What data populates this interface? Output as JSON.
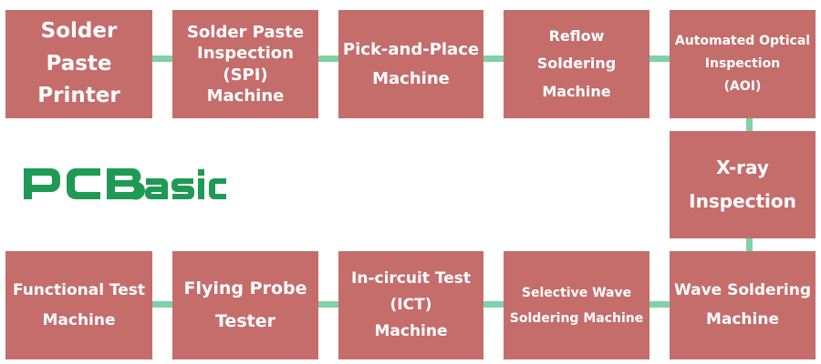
{
  "colors": {
    "box_fill": "#c56d6b",
    "box_text": "#ffffff",
    "connector": "#7fd1a6",
    "logo": "#1f9a55"
  },
  "logo": {
    "text": "PCBasic"
  },
  "steps": [
    {
      "lines": [
        "Solder Paste",
        "Printer"
      ]
    },
    {
      "lines": [
        "Solder Paste",
        "Inspection",
        "(SPI)",
        "Machine"
      ]
    },
    {
      "lines": [
        "Pick-and-Place",
        "Machine"
      ]
    },
    {
      "lines": [
        "Reflow Soldering",
        "Machine"
      ]
    },
    {
      "lines": [
        "Automated Optical",
        "Inspection",
        "(AOI)"
      ]
    },
    {
      "lines": [
        "X-ray",
        "Inspection"
      ]
    },
    {
      "lines": [
        "Wave Soldering",
        "Machine"
      ]
    },
    {
      "lines": [
        "Selective Wave",
        "Soldering Machine"
      ]
    },
    {
      "lines": [
        "In-circuit Test",
        "(ICT)",
        "Machine"
      ]
    },
    {
      "lines": [
        "Flying Probe",
        "Tester"
      ]
    },
    {
      "lines": [
        "Functional Test",
        "Machine"
      ]
    }
  ]
}
